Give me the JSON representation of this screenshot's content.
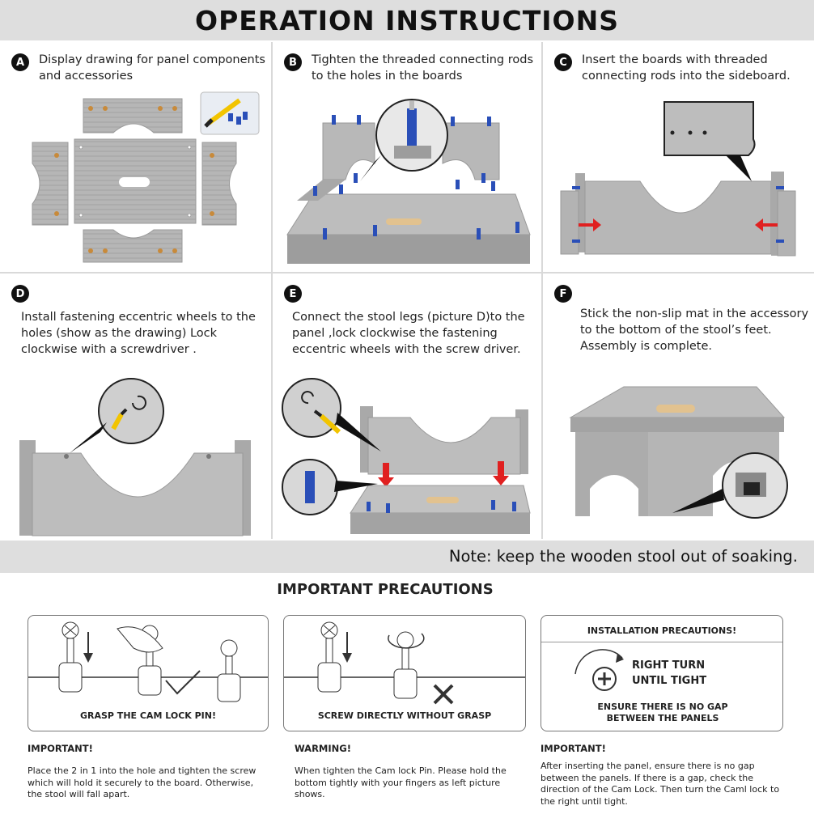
{
  "title": "OPERATION INSTRUCTIONS",
  "steps": [
    {
      "letter": "A",
      "text": "Display drawing for panel components and accessories"
    },
    {
      "letter": "B",
      "text": "Tighten the threaded connecting rods to the holes in the boards"
    },
    {
      "letter": "C",
      "text": "Insert the boards with threaded connecting rods into the sideboard."
    },
    {
      "letter": "D",
      "text": "Install fastening eccentric wheels to the holes (show as the drawing)  Lock clockwise with a screwdriver ."
    },
    {
      "letter": "E",
      "text": "Connect the stool legs (picture D)to the panel ,lock clockwise the fastening eccentric wheels with the screw driver."
    },
    {
      "letter": "F",
      "text": "Stick the non-slip mat in the accessory to the bottom of the stool’s feet. Assembly is complete."
    }
  ],
  "note": "Note:  keep the wooden stool out of soaking.",
  "precautions": {
    "title": "IMPORTANT PRECAUTIONS",
    "box1_caption": "GRASP THE CAM LOCK PIN!",
    "box2_caption": "SCREW DIRECTLY WITHOUT GRASP",
    "box3_title": "INSTALLATION PRECAUTIONS!",
    "box3_turn": "RIGHT TURN UNTIL TIGHT",
    "box3_gap": "ENSURE THERE IS NO GAP BETWEEN THE PANELS",
    "notes": [
      {
        "heading": "IMPORTANT!",
        "body": "Place  the 2 in 1 into the hole and tighten the screw which will hold it securely to the board. Otherwise, the stool will fall apart."
      },
      {
        "heading": "WARMING!",
        "body": "When tighten the Cam lock Pin. Please hold the bottom tightly with your fingers as left picture shows."
      },
      {
        "heading": "IMPORTANT!",
        "body": "After inserting the panel, ensure there is no gap between the panels. If there is a gap, check the direction of the Cam Lock. Then turn the Caml lock to the right until tight."
      }
    ]
  },
  "colors": {
    "wood": "#b3b3b3",
    "pin": "#2a4fb8",
    "arrow": "#e02020",
    "mat": "#e2c28f"
  }
}
